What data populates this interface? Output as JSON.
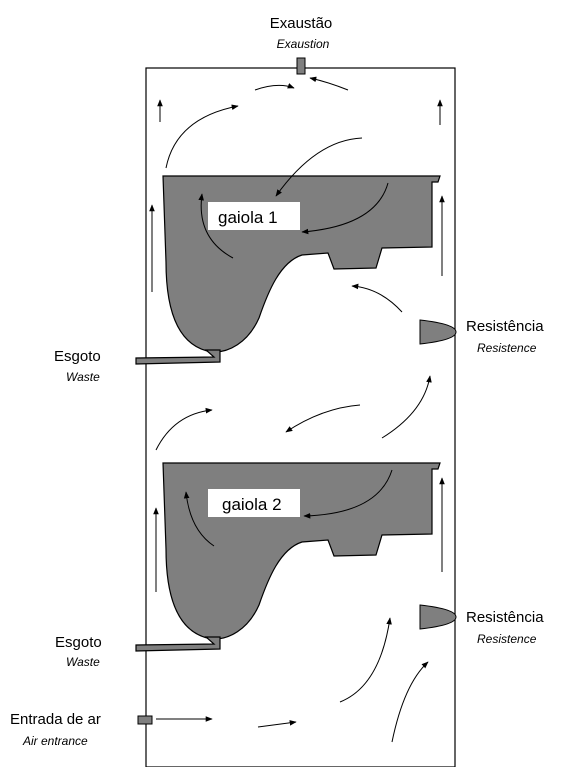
{
  "exhaust": {
    "label": "Exaustão",
    "sub": "Exaustion"
  },
  "cages": [
    {
      "label": "gaiola 1"
    },
    {
      "label": "gaiola 2"
    }
  ],
  "resistances": [
    {
      "label": "Resistência",
      "sub": "Resistence"
    },
    {
      "label": "Resistência",
      "sub": "Resistence"
    }
  ],
  "wastes": [
    {
      "label": "Esgoto",
      "sub": "Waste"
    },
    {
      "label": "Esgoto",
      "sub": "Waste"
    }
  ],
  "air_entrance": {
    "label": "Entrada de ar",
    "sub": "Air entrance"
  }
}
